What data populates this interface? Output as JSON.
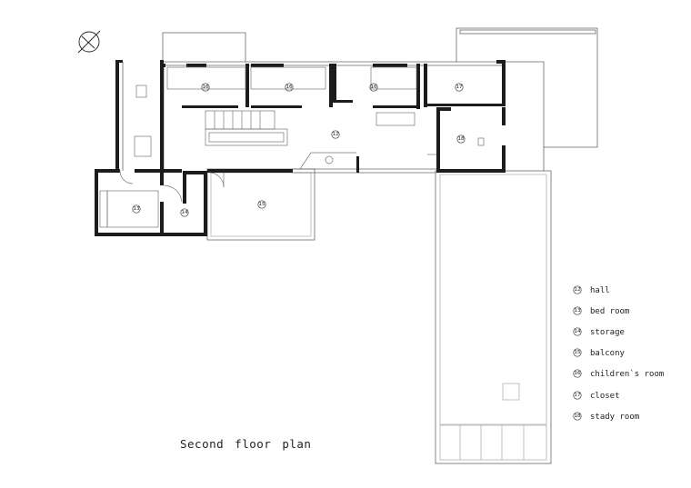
{
  "caption": "Second floor plan",
  "north_indicator": "compass-north-icon",
  "rooms": [
    {
      "num": "12",
      "name": "hall"
    },
    {
      "num": "13",
      "name": "bed room"
    },
    {
      "num": "14",
      "name": "storage"
    },
    {
      "num": "15",
      "name": "balcony"
    },
    {
      "num": "16",
      "name": "children`s room"
    },
    {
      "num": "17",
      "name": "closet"
    },
    {
      "num": "18",
      "name": "stady room"
    }
  ],
  "plan_labels": [
    "16",
    "16",
    "16",
    "17",
    "12",
    "18",
    "13",
    "14",
    "15"
  ]
}
